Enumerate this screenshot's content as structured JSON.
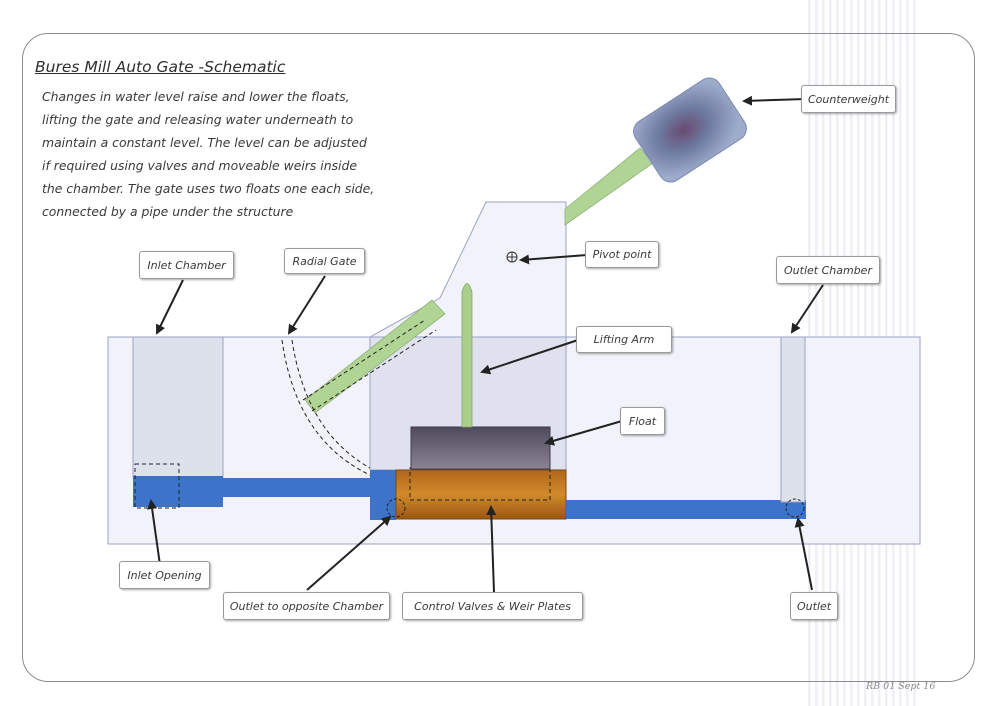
{
  "title": "Bures Mill Auto Gate -Schematic",
  "description": [
    "Changes in water level raise and lower the floats,",
    "lifting the gate and releasing water underneath to",
    "maintain a constant level. The level can be adjusted",
    "if required using valves and moveable weirs inside",
    "the chamber. The gate uses two floats one each side,",
    "connected by a pipe under the structure"
  ],
  "labels": {
    "counterweight": "Counterweight",
    "pivot_point": "Pivot point",
    "inlet_chamber": "Inlet Chamber",
    "radial_gate": "Radial Gate",
    "outlet_chamber": "Outlet Chamber",
    "lifting_arm": "Lifting Arm",
    "float": "Float",
    "inlet_opening": "Inlet Opening",
    "outlet_to_opposite_chamber": "Outlet to opposite Chamber",
    "control_valves": "Control Valves & Weir Plates",
    "outlet": "Outlet"
  },
  "signature": "RB 01 Sept 16",
  "colors": {
    "water": "#3d73c9",
    "chamber": "#dde1ec",
    "structure": "#f0f1f8",
    "float": "#5f5b6a",
    "control_box": "#c47a1e",
    "arm": "#a9cf8a",
    "counterweight": "#6f81a8"
  }
}
